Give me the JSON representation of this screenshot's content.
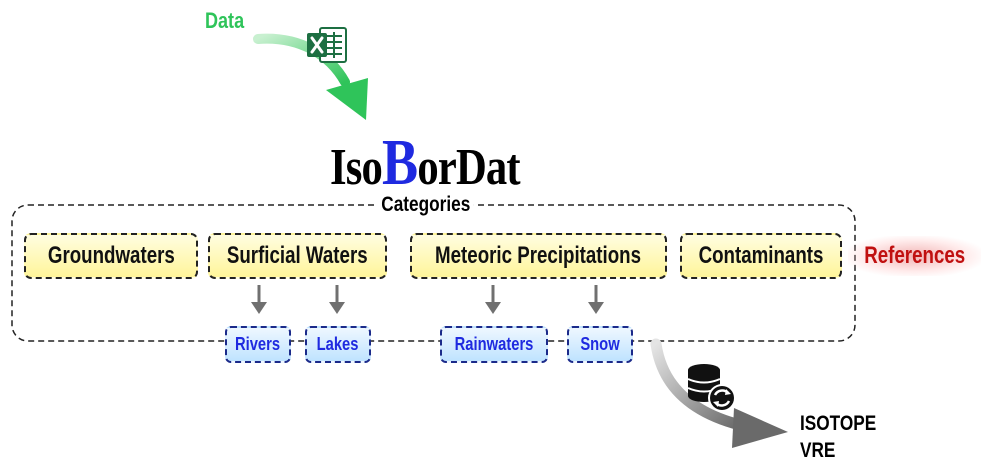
{
  "data_label": "Data",
  "title": {
    "prefix": "Iso",
    "highlight": "B",
    "suffix": "orDat"
  },
  "group_label": "Categories",
  "categories": [
    {
      "label": "Groundwaters"
    },
    {
      "label": "Surficial Waters"
    },
    {
      "label": "Meteoric Precipitations"
    },
    {
      "label": "Contaminants"
    }
  ],
  "subcategories": [
    {
      "label": "Rivers"
    },
    {
      "label": "Lakes"
    },
    {
      "label": "Rainwaters"
    },
    {
      "label": "Snow"
    }
  ],
  "references_label": "References",
  "vre_label": {
    "line1": "ISOTOPE",
    "line2": "VRE"
  },
  "icons": {
    "spreadsheet": "excel-file-icon",
    "database": "database-sync-icon"
  },
  "colors": {
    "data_green": "#2fc45a",
    "title_blue": "#1f2ae0",
    "category_fill": "#fff59a",
    "subcategory_fill": "#bfe3ff",
    "references_red": "#c01010"
  }
}
